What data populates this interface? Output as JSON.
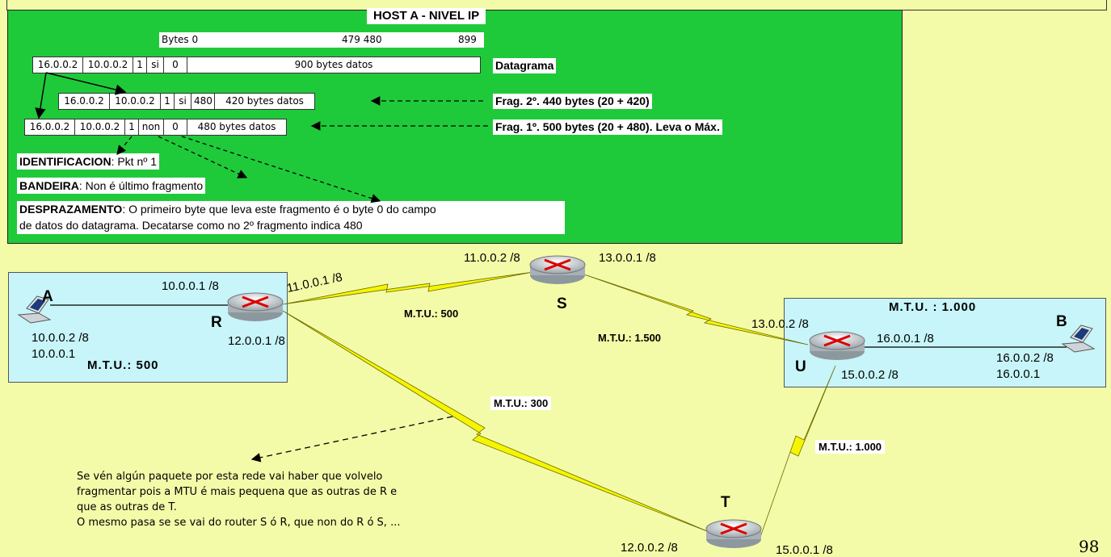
{
  "host_panel": {
    "title": "HOST A - NIVEL IP",
    "bytes_ruler": [
      "Bytes 0",
      "479 480",
      "899"
    ],
    "datagram": [
      "16.0.0.2",
      "10.0.0.2",
      "1",
      "si",
      "0",
      "900 bytes datos"
    ],
    "datagram_label": "Datagrama",
    "frag2": [
      "16.0.0.2",
      "10.0.0.2",
      "1",
      "si",
      "480",
      "420 bytes datos"
    ],
    "frag2_label": "Frag. 2º. 440 bytes (20 + 420)",
    "frag1": [
      "16.0.0.2",
      "10.0.0.2",
      "1",
      "non",
      "0",
      "480 bytes datos"
    ],
    "frag1_label": "Frag. 1º. 500 bytes (20 + 480). Leva o Máx.",
    "identificacion": {
      "name": "IDENTIFICACION",
      "text": ": Pkt nº 1"
    },
    "bandeira": {
      "name": "BANDEIRA",
      "text": ": Non é último fragmento"
    },
    "desprazamento": {
      "name": "DESPRAZAMENTO",
      "text": ": O primeiro byte que leva este fragmento é o byte 0 do campo",
      "line2": "de datos do datagrama. Decatarse como no 2º fragmento indica 480"
    }
  },
  "network": {
    "nodes": {
      "A": "A",
      "B": "B",
      "R": "R",
      "S": "S",
      "U": "U",
      "T": "T"
    },
    "ips": {
      "a_gw": "10.0.0.1 /8",
      "a_ip": "10.0.0.2 /8",
      "a_ip2": "10.0.0.1",
      "r_s": "11.0.0.1 /8",
      "r_t": "12.0.0.1 /8",
      "s_r": "11.0.0.2 /8",
      "s_u": "13.0.0.1 /8",
      "u_s": "13.0.0.2 /8",
      "u_b": "16.0.0.1 /8",
      "b_ip": "16.0.0.2 /8",
      "b_ip2": "16.0.0.1",
      "u_t": "15.0.0.2 /8",
      "t_r": "12.0.0.2 /8",
      "t_u": "15.0.0.1 /8"
    },
    "mtu": {
      "lan_a": "M.T.U.:  500",
      "lan_b": "M.T.U. :  1.000",
      "r_s": "M.T.U.: 500",
      "s_u": "M.T.U.: 1.500",
      "r_t": "M.T.U.: 300",
      "u_t": "M.T.U.: 1.000"
    }
  },
  "note": [
    "Se vén algún paquete por esta rede vai haber que volvelo",
    "fragmentar pois a MTU é mais pequena que as outras de R e",
    "que as outras de T.",
    "O mesmo pasa se se vai do router S ó R, que non do R ó S, ..."
  ],
  "page_number": "98",
  "colors": {
    "panel": "#1fca3a",
    "lan": "#c7f5f9",
    "background": "#f4fba8",
    "serial_link": "#f5f500"
  }
}
